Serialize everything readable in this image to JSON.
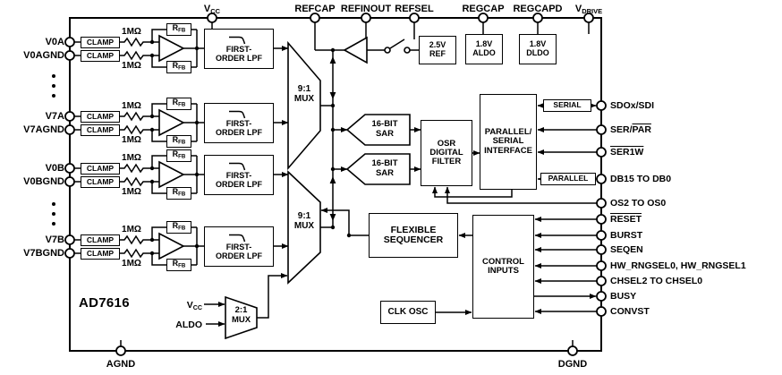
{
  "chip_name": "AD7616",
  "pins": {
    "top": [
      {
        "base": "V",
        "sub": "CC"
      },
      {
        "label": "REFCAP"
      },
      {
        "label": "REFINOUT"
      },
      {
        "label": "REFSEL"
      },
      {
        "label": "REGCAP"
      },
      {
        "label": "REGCAPD"
      },
      {
        "base": "V",
        "sub": "DRIVE"
      }
    ],
    "bottom": [
      {
        "label": "AGND"
      },
      {
        "label": "DGND"
      }
    ],
    "left": [
      {
        "label": "V0A"
      },
      {
        "label": "V0AGND"
      },
      {
        "label": "V7A"
      },
      {
        "label": "V7AGND"
      },
      {
        "label": "V0B"
      },
      {
        "label": "V0BGND"
      },
      {
        "label": "V7B"
      },
      {
        "label": "V7BGND"
      }
    ],
    "right": [
      {
        "label": "SDOx/SDI"
      },
      {
        "pre": "SER/",
        "over": "PAR"
      },
      {
        "over": "SER1W"
      },
      {
        "label": "DB15 TO DB0"
      },
      {
        "label": "OS2 TO OS0"
      },
      {
        "over": "RESET"
      },
      {
        "label": "BURST"
      },
      {
        "label": "SEQEN"
      },
      {
        "label": "HW_RNGSEL0, HW_RNGSEL1"
      },
      {
        "label": "CHSEL2 TO CHSEL0"
      },
      {
        "label": "BUSY"
      },
      {
        "label": "CONVST"
      }
    ]
  },
  "blocks": {
    "clamp": "CLAMP",
    "r1m": "1MΩ",
    "rfb_base": "R",
    "rfb_sub": "FB",
    "lpf_line1": "FIRST-",
    "lpf_line2": "ORDER LPF",
    "mux91_line1": "9:1",
    "mux91_line2": "MUX",
    "sar_line1": "16-BIT",
    "sar_line2": "SAR",
    "osr_line1": "OSR",
    "osr_line2": "DIGITAL",
    "osr_line3": "FILTER",
    "iface_line1": "PARALLEL/",
    "iface_line2": "SERIAL",
    "iface_line3": "INTERFACE",
    "serial_bus": "SERIAL",
    "parallel_bus": "PARALLEL",
    "ref_line1": "2.5V",
    "ref_line2": "REF",
    "aldo_line1": "1.8V",
    "aldo_line2": "ALDO",
    "dldo_line1": "1.8V",
    "dldo_line2": "DLDO",
    "seq_line1": "FLEXIBLE",
    "seq_line2": "SEQUENCER",
    "ctrl_line1": "CONTROL",
    "ctrl_line2": "INPUTS",
    "clk_osc": "CLK OSC",
    "mux21_line1": "2:1",
    "mux21_line2": "MUX",
    "vcc_base": "V",
    "vcc_sub": "CC",
    "aldo_in": "ALDO"
  },
  "colors": {
    "line": "#000000",
    "background": "#ffffff",
    "text": "#000000"
  }
}
